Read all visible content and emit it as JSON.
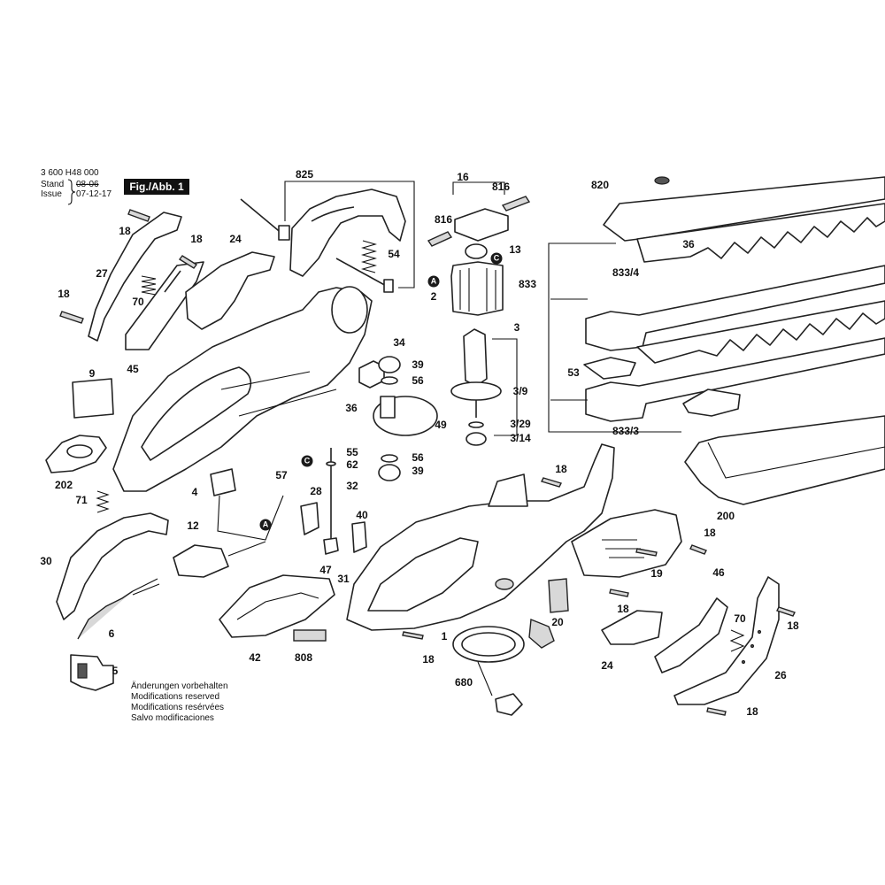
{
  "header": {
    "doc_number": "3 600 H48 000",
    "stand_label": "Stand",
    "issue_label": "Issue",
    "stand_date": "08-06",
    "issue_date": "07-12-17",
    "fig_badge": "Fig./Abb. 1"
  },
  "notes": [
    "Änderungen vorbehalten",
    "Modifications reserved",
    "Modifications resérvées",
    "Salvo modificaciones"
  ],
  "callouts": [
    {
      "id": "c825",
      "text": "825"
    },
    {
      "id": "c18a",
      "text": "18"
    },
    {
      "id": "c18b",
      "text": "18"
    },
    {
      "id": "c24a",
      "text": "24"
    },
    {
      "id": "c54",
      "text": "54"
    },
    {
      "id": "c27",
      "text": "27"
    },
    {
      "id": "c70a",
      "text": "70"
    },
    {
      "id": "c18c",
      "text": "18"
    },
    {
      "id": "c45",
      "text": "45"
    },
    {
      "id": "c9",
      "text": "9"
    },
    {
      "id": "c202",
      "text": "202"
    },
    {
      "id": "c71",
      "text": "71"
    },
    {
      "id": "c30",
      "text": "30"
    },
    {
      "id": "c6",
      "text": "6"
    },
    {
      "id": "c5",
      "text": "5"
    },
    {
      "id": "c4",
      "text": "4"
    },
    {
      "id": "c12",
      "text": "12"
    },
    {
      "id": "c57",
      "text": "57"
    },
    {
      "id": "c42",
      "text": "42"
    },
    {
      "id": "c808",
      "text": "808"
    },
    {
      "id": "c34",
      "text": "34"
    },
    {
      "id": "c39a",
      "text": "39"
    },
    {
      "id": "c56a",
      "text": "56"
    },
    {
      "id": "c36a",
      "text": "36"
    },
    {
      "id": "c49",
      "text": "49"
    },
    {
      "id": "c56b",
      "text": "56"
    },
    {
      "id": "c39b",
      "text": "39"
    },
    {
      "id": "c55",
      "text": "55"
    },
    {
      "id": "c62",
      "text": "62"
    },
    {
      "id": "c32",
      "text": "32"
    },
    {
      "id": "c28",
      "text": "28"
    },
    {
      "id": "c40",
      "text": "40"
    },
    {
      "id": "c47",
      "text": "47"
    },
    {
      "id": "c31",
      "text": "31"
    },
    {
      "id": "c16",
      "text": "16"
    },
    {
      "id": "c816a",
      "text": "816"
    },
    {
      "id": "c816b",
      "text": "816"
    },
    {
      "id": "c13",
      "text": "13"
    },
    {
      "id": "c2",
      "text": "2"
    },
    {
      "id": "c3",
      "text": "3"
    },
    {
      "id": "c3_9",
      "text": "3/9"
    },
    {
      "id": "c3_29",
      "text": "3/29"
    },
    {
      "id": "c3_14",
      "text": "3/14"
    },
    {
      "id": "c820",
      "text": "820"
    },
    {
      "id": "c36b",
      "text": "36"
    },
    {
      "id": "c833",
      "text": "833"
    },
    {
      "id": "c833_4",
      "text": "833/4"
    },
    {
      "id": "c53",
      "text": "53"
    },
    {
      "id": "c833_3",
      "text": "833/3"
    },
    {
      "id": "c200",
      "text": "200"
    },
    {
      "id": "c18d",
      "text": "18"
    },
    {
      "id": "c18e",
      "text": "18"
    },
    {
      "id": "c19",
      "text": "19"
    },
    {
      "id": "c18f",
      "text": "18"
    },
    {
      "id": "c46",
      "text": "46"
    },
    {
      "id": "c70b",
      "text": "70"
    },
    {
      "id": "c18g",
      "text": "18"
    },
    {
      "id": "c26",
      "text": "26"
    },
    {
      "id": "c18h",
      "text": "18"
    },
    {
      "id": "c20",
      "text": "20"
    },
    {
      "id": "c24b",
      "text": "24"
    },
    {
      "id": "c1",
      "text": "1"
    },
    {
      "id": "c18i",
      "text": "18"
    },
    {
      "id": "c680",
      "text": "680"
    }
  ],
  "markers": [
    {
      "id": "mA1",
      "text": "A"
    },
    {
      "id": "mC1",
      "text": "C"
    },
    {
      "id": "mC2",
      "text": "C"
    },
    {
      "id": "mA2",
      "text": "A"
    }
  ]
}
